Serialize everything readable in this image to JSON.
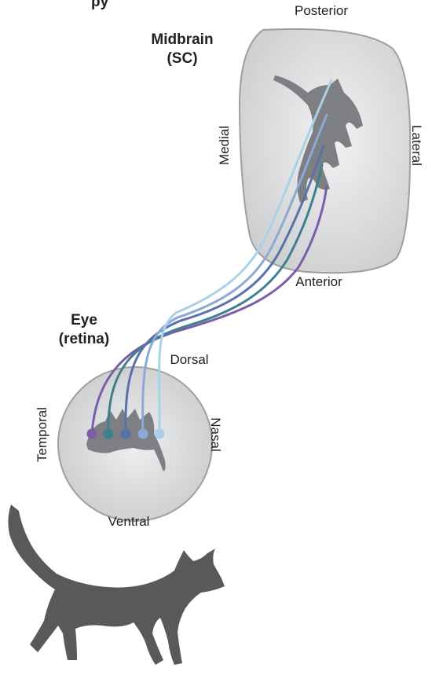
{
  "labels": {
    "top_partial": "py",
    "midbrain_line1": "Midbrain",
    "midbrain_line2": "(SC)",
    "posterior": "Posterior",
    "anterior": "Anterior",
    "medial": "Medial",
    "lateral": "Lateral",
    "eye_line1": "Eye",
    "eye_line2": "(retina)",
    "dorsal": "Dorsal",
    "ventral": "Ventral",
    "temporal": "Temporal",
    "nasal": "Nasal"
  },
  "colors": {
    "shape_fill": "#d2d3d5",
    "shape_stroke": "#9d9fa2",
    "silhouette": "#7d7f82",
    "cat": "#58595b",
    "axons": [
      "#7b5ea6",
      "#3f7f8e",
      "#5b72a8",
      "#8ea8d6",
      "#a9d2e6"
    ]
  }
}
